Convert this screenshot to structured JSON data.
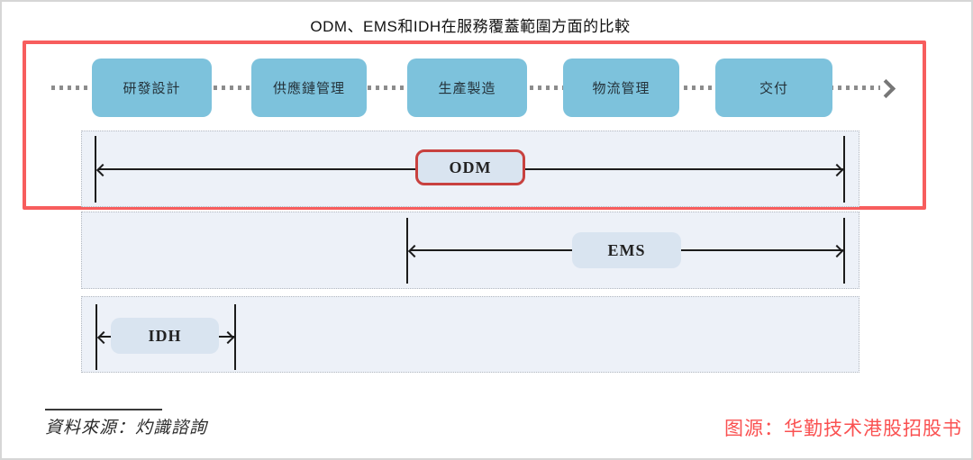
{
  "title": "ODM、EMS和IDH在服務覆蓋範圍方面的比較",
  "flow": {
    "steps": [
      {
        "label": "研發設計"
      },
      {
        "label": "供應鏈管理"
      },
      {
        "label": "生產製造"
      },
      {
        "label": "物流管理"
      },
      {
        "label": "交付"
      }
    ],
    "arrow_icon": "dotted-right-arrow"
  },
  "bands": [
    {
      "label": "ODM",
      "highlighted": true,
      "coverage": "研發設計 到 交付 (全流程)"
    },
    {
      "label": "EMS",
      "highlighted": false,
      "coverage": "生產製造 到 交付"
    },
    {
      "label": "IDH",
      "highlighted": false,
      "coverage": "研發設計"
    }
  ],
  "source_note": "資料來源：灼識諮詢",
  "caption": "图源：华勤技术港股招股书",
  "colors": {
    "step_box": "#7dc2dc",
    "band_bg": "#edf1f8",
    "range_label_fill": "#d9e4f0",
    "odm_label_border": "#c8413f",
    "highlight_frame": "#f75d5d",
    "caption_red": "#fa5151",
    "arrow": "#1c1c1c"
  }
}
